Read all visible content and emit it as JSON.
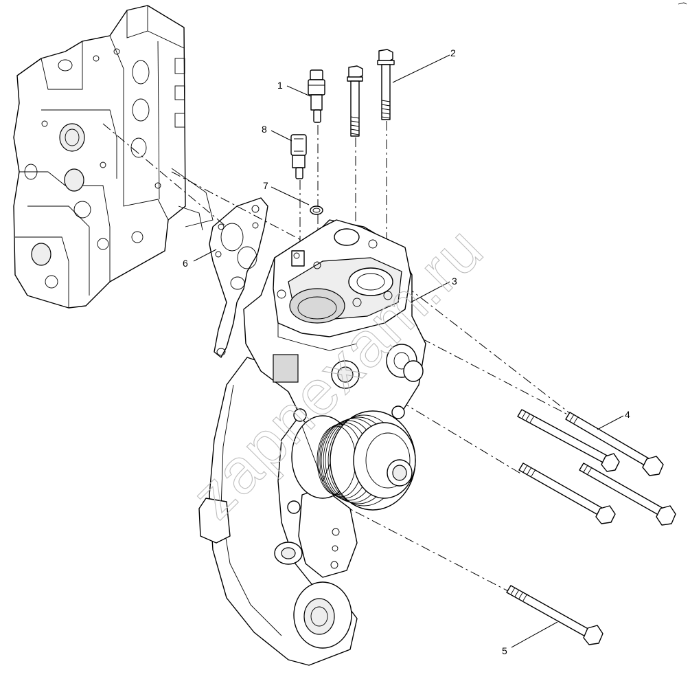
{
  "watermark": "zapnexam.ru",
  "callouts": [
    {
      "id": "1",
      "label": "1"
    },
    {
      "id": "2",
      "label": "2"
    },
    {
      "id": "3",
      "label": "3"
    },
    {
      "id": "4",
      "label": "4"
    },
    {
      "id": "5",
      "label": "5"
    },
    {
      "id": "6",
      "label": "6"
    },
    {
      "id": "7",
      "label": "7"
    },
    {
      "id": "8",
      "label": "8"
    }
  ],
  "icons": {
    "engine_block": "engine-block-icon",
    "water_pump": "water-pump-housing-icon",
    "sensor": "temperature-sensor-icon",
    "bolt": "bolt-icon",
    "gasket": "gasket-icon",
    "seal": "o-ring-icon"
  }
}
